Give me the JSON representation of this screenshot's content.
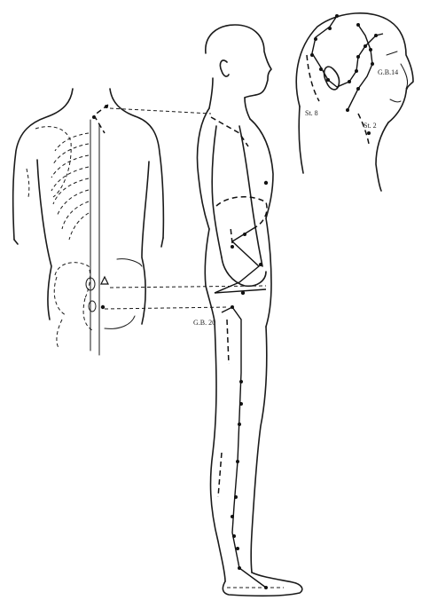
{
  "labels": {
    "gb20": "G.B. 20",
    "gb14": "G.B.14",
    "st8": "St. 8",
    "st2": "St. 2"
  },
  "colors": {
    "ink": "#111111",
    "paper": "#ffffff"
  }
}
